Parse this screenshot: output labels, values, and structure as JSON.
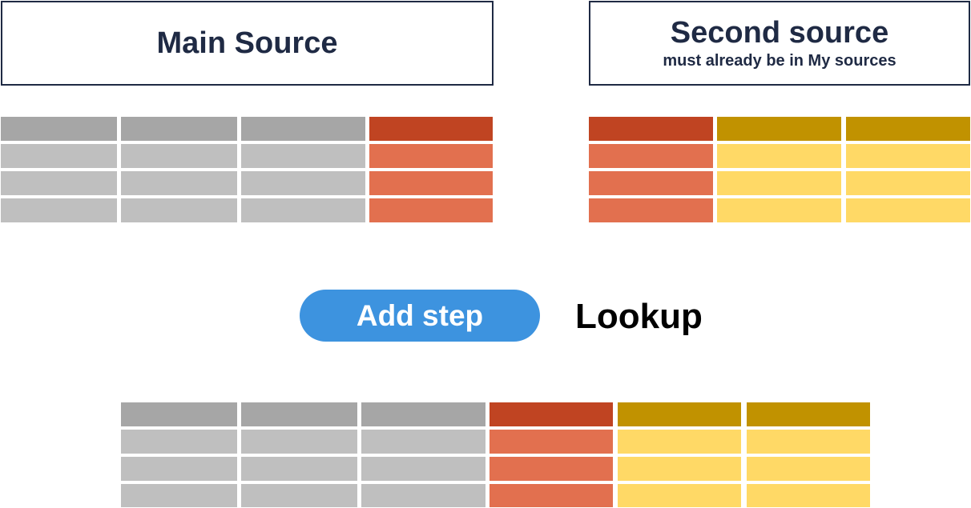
{
  "main_source": {
    "title": "Main Source"
  },
  "second_source": {
    "title": "Second source",
    "subtitle": "must already be in My sources"
  },
  "action": {
    "button_label": "Add step",
    "step_name": "Lookup"
  },
  "colors": {
    "gray_header": "#a6a6a6",
    "gray_cell": "#bfbfbf",
    "red_header": "#c04422",
    "red_cell": "#e2704f",
    "gold_header": "#c19200",
    "gold_cell": "#ffd966",
    "button": "#3d93df",
    "box_border": "#1f2a44"
  },
  "tables": [
    {
      "name": "main-source-table",
      "rows": 4,
      "columns": [
        "gray",
        "gray",
        "gray",
        "red"
      ]
    },
    {
      "name": "second-source-table",
      "rows": 4,
      "columns": [
        "red",
        "gold",
        "gold"
      ]
    },
    {
      "name": "result-table",
      "rows": 4,
      "columns": [
        "gray",
        "gray",
        "gray",
        "red",
        "gold",
        "gold"
      ]
    }
  ]
}
